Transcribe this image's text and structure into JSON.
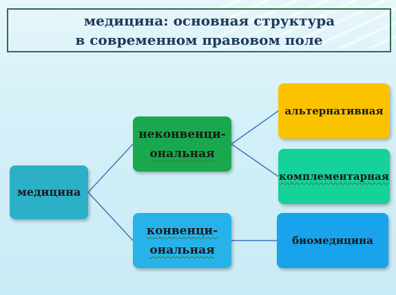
{
  "title": {
    "line1": "медицина: основная структура",
    "line2": "в современном правовом поле"
  },
  "nodes": {
    "medicine": "медицина",
    "unconventional": {
      "line1": "неконвенци-",
      "line2": "ональная"
    },
    "conventional": {
      "line1": "конвенци-",
      "line2": "ональная"
    },
    "alternative": "альтернативная",
    "complementary": "комплементарная",
    "biomedicine": "биомедицина"
  },
  "colors": {
    "medicine": "#2bb0c8",
    "unconventional": "#19a84e",
    "conventional": "#27b3ea",
    "alternative": "#fbc200",
    "complementary": "#15d19a",
    "biomedicine": "#18a3ec",
    "connector": "#3a78b5"
  }
}
